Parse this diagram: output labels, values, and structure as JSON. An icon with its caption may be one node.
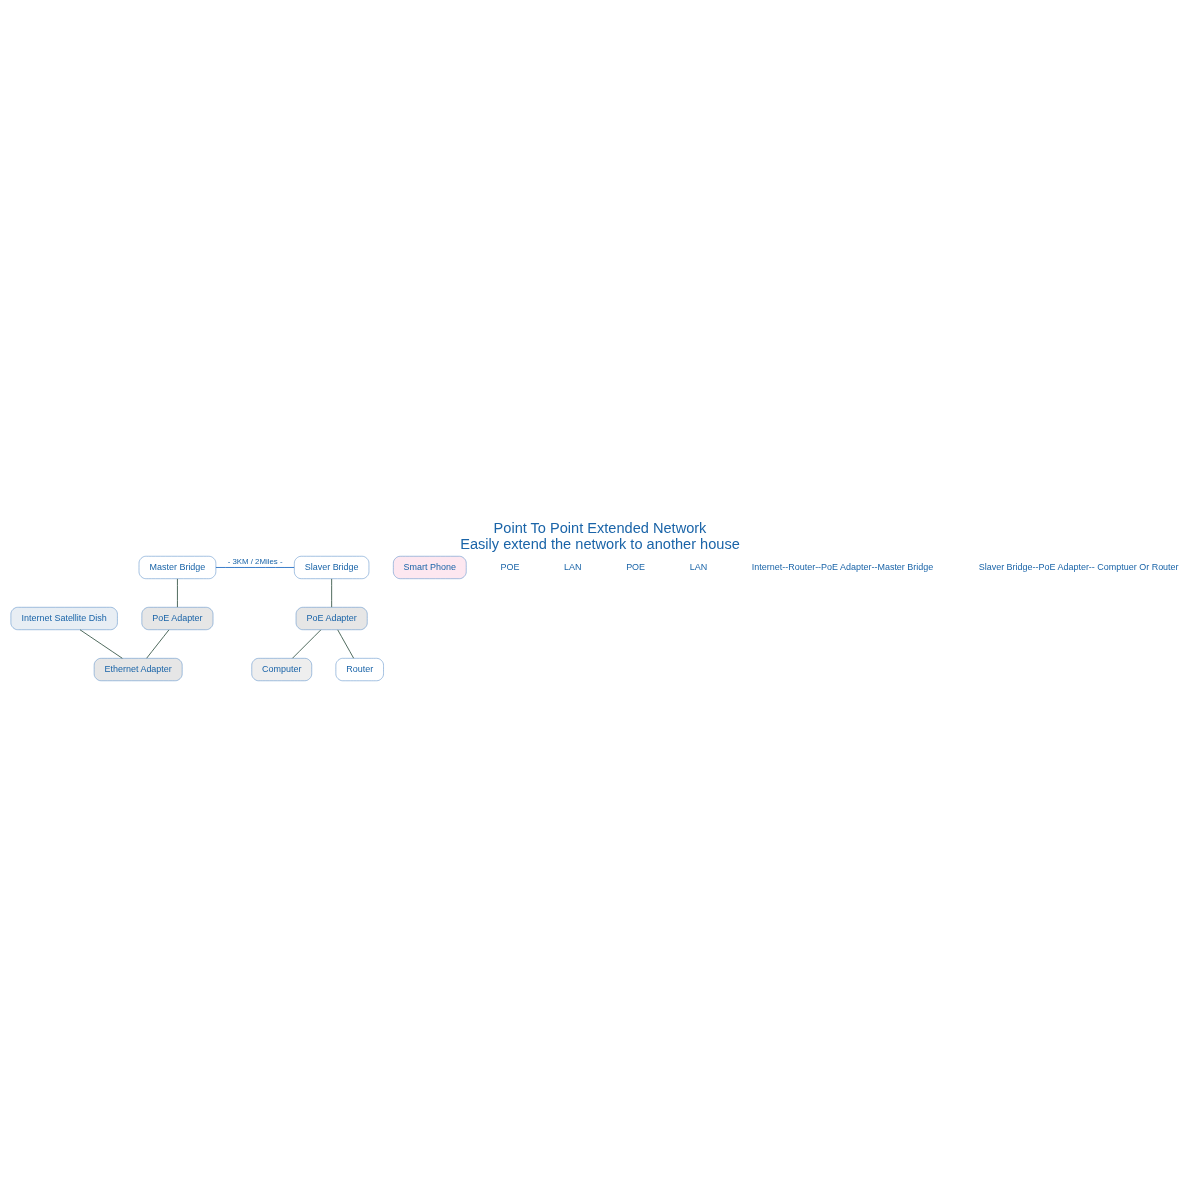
{
  "diagram": {
    "title": "Point To Point Extended Network",
    "caption": "Easily extend the network to another house",
    "nodes": [
      {
        "text": [
          "Internet Satellite Dish"
        ]
      },
      {
        "text": [
          "Master Bridge"
        ]
      },
      {
        "text": [
          "Slaver Bridge"
        ]
      },
      {
        "text": [
          "PoE Adapter"
        ]
      },
      {
        "text": [
          "PoE Adapter"
        ]
      },
      {
        "text": [
          "Ethernet Adapter"
        ]
      },
      {
        "text": [
          "Smart Phone"
        ]
      },
      {
        "text": [
          "Computer"
        ]
      },
      {
        "text": [
          "Router"
        ]
      }
    ],
    "edges": [
      {
        "from": 1,
        "to": 2,
        "arrow": "none",
        "label": "- 3KM / 2Miles -",
        "color": "#1565c0"
      },
      {
        "from": 0,
        "to": 5,
        "arrow": "none"
      },
      {
        "from": 1,
        "to": 3,
        "arrow": "none"
      },
      {
        "from": 2,
        "to": 4,
        "arrow": "none"
      },
      {
        "from": 3,
        "to": 5,
        "arrow": "none"
      },
      {
        "from": 4,
        "to": 7,
        "arrow": "none"
      },
      {
        "from": 4,
        "to": 8,
        "arrow": "none"
      }
    ],
    "labels": [
      "POE",
      "LAN",
      "POE",
      "LAN",
      "Internet--Router--PoE Adapter--Master Bridge",
      "Slaver Bridge--PoE Adapter-- Comptuer Or Router"
    ]
  }
}
